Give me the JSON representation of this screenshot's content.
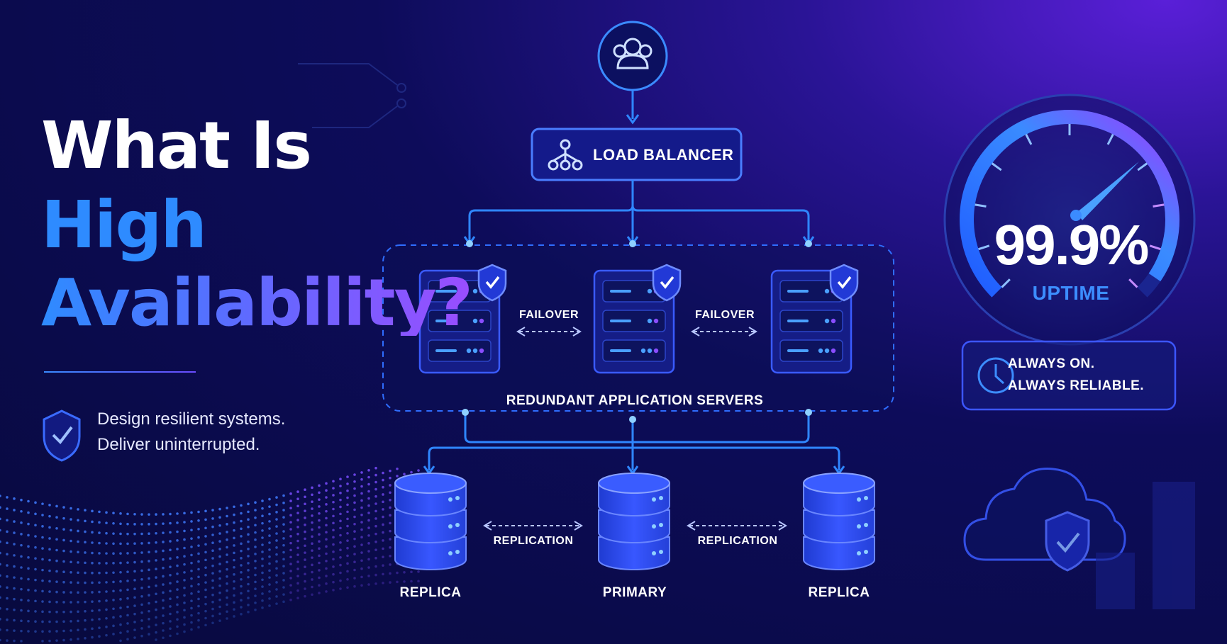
{
  "title": {
    "line1": "What Is",
    "line2": "High",
    "line3": "Availability?"
  },
  "taglines": [
    "Design resilient systems.",
    "Deliver uninterrupted."
  ],
  "load_balancer": {
    "label": "LOAD BALANCER",
    "icon": "network-tree-icon"
  },
  "users": {
    "icon": "users-icon"
  },
  "servers": {
    "group_label": "REDUNDANT APPLICATION SERVERS",
    "failover_labels": [
      "FAILOVER",
      "FAILOVER"
    ],
    "count": 3,
    "icon": "shield-check-icon"
  },
  "databases": {
    "labels": [
      "REPLICA",
      "PRIMARY",
      "REPLICA"
    ],
    "replication_labels": [
      "REPLICATION",
      "REPLICATION"
    ]
  },
  "uptime": {
    "value": "99.9%",
    "label": "UPTIME",
    "gauge_level": 0.999
  },
  "status_card": {
    "line1": "ALWAYS ON.",
    "line2": "ALWAYS RELIABLE.",
    "icon": "clock-icon"
  },
  "colors": {
    "accent_blue": "#2e8bff",
    "accent_purple": "#9a4dff",
    "line_blue": "#2f86ff",
    "text_white": "#ffffff"
  }
}
